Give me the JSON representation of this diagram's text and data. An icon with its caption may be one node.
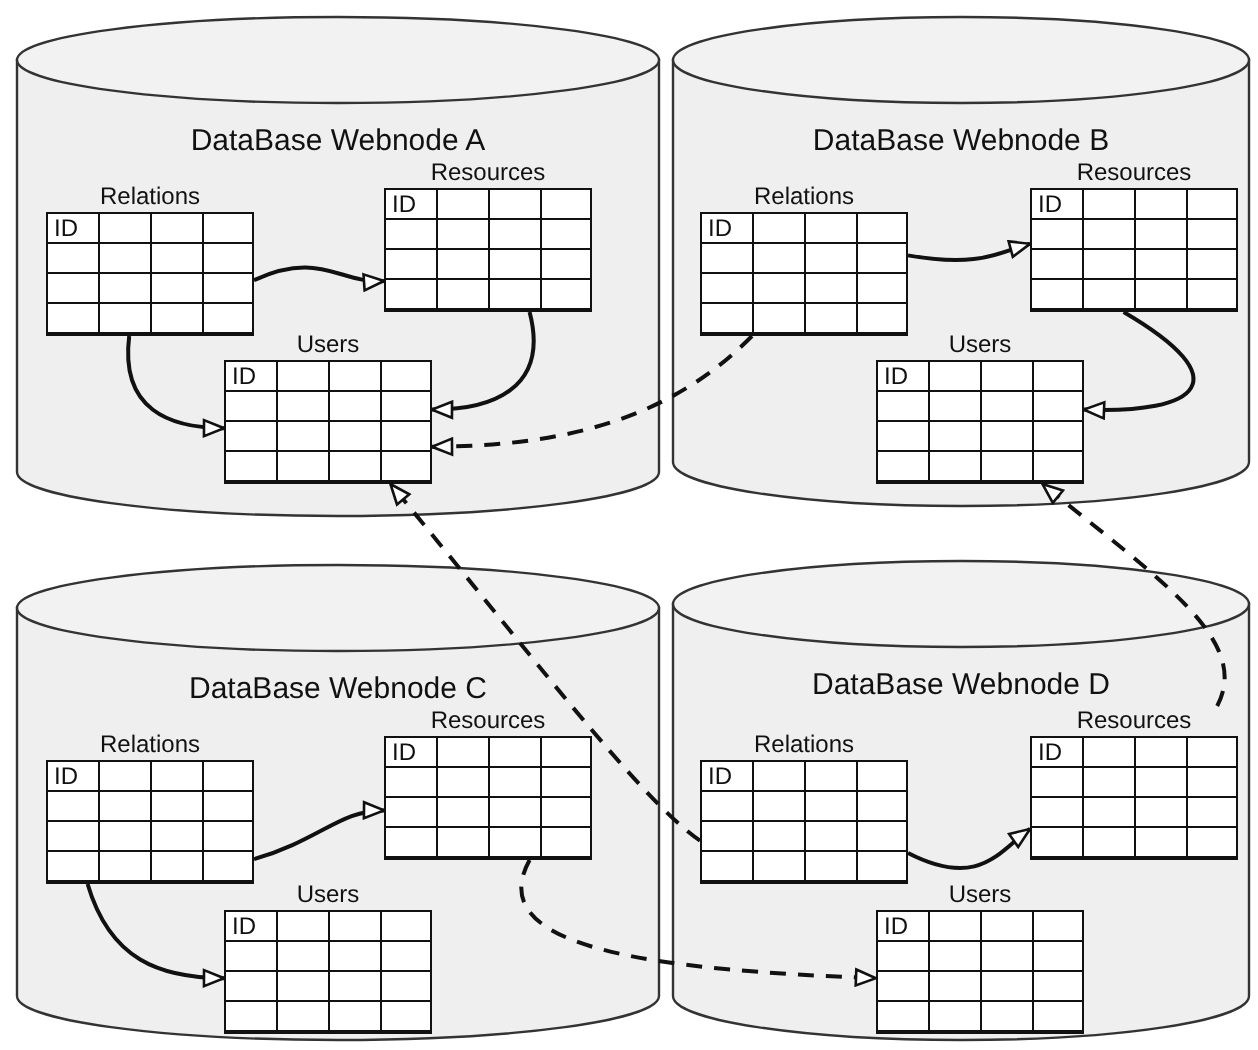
{
  "diagram": {
    "nodes": [
      {
        "text": [
          "DataBase Webnode A"
        ]
      },
      {
        "text": [
          "Relations",
          "ID"
        ],
        "in": 0
      },
      {
        "text": [
          "Resources",
          "ID"
        ],
        "in": 0
      },
      {
        "text": [
          "Users",
          "ID"
        ],
        "in": 0
      },
      {
        "text": [
          "DataBase Webnode B"
        ]
      },
      {
        "text": [
          "Relations",
          "ID"
        ],
        "in": 4
      },
      {
        "text": [
          "Resources",
          "ID"
        ],
        "in": 4
      },
      {
        "text": [
          "Users",
          "ID"
        ],
        "in": 4
      },
      {
        "text": [
          "DataBase Webnode C"
        ]
      },
      {
        "text": [
          "Relations",
          "ID"
        ],
        "in": 8
      },
      {
        "text": [
          "Resources",
          "ID"
        ],
        "in": 8
      },
      {
        "text": [
          "Users",
          "ID"
        ],
        "in": 8
      },
      {
        "text": [
          "DataBase Webnode D"
        ]
      },
      {
        "text": [
          "Relations",
          "ID"
        ],
        "in": 12
      },
      {
        "text": [
          "Resources",
          "ID"
        ],
        "in": 12
      },
      {
        "text": [
          "Users",
          "ID"
        ],
        "in": 12
      }
    ],
    "edges": [
      {
        "from": 1,
        "to": 2,
        "arrow": "to"
      },
      {
        "from": 1,
        "to": 3,
        "arrow": "to"
      },
      {
        "from": 2,
        "to": 3,
        "arrow": "to"
      },
      {
        "from": 5,
        "to": 6,
        "arrow": "to"
      },
      {
        "from": 6,
        "to": 7,
        "arrow": "to"
      },
      {
        "from": 9,
        "to": 10,
        "arrow": "to"
      },
      {
        "from": 9,
        "to": 11,
        "arrow": "to"
      },
      {
        "from": 13,
        "to": 14,
        "arrow": "to"
      },
      {
        "from": 5,
        "to": 3,
        "arrow": "to",
        "style": "dashed"
      },
      {
        "from": 13,
        "to": 3,
        "arrow": "to",
        "style": "dashed"
      },
      {
        "from": 14,
        "to": 7,
        "arrow": "to",
        "style": "dashed"
      },
      {
        "from": 10,
        "to": 15,
        "arrow": "to",
        "style": "dashed"
      }
    ]
  }
}
